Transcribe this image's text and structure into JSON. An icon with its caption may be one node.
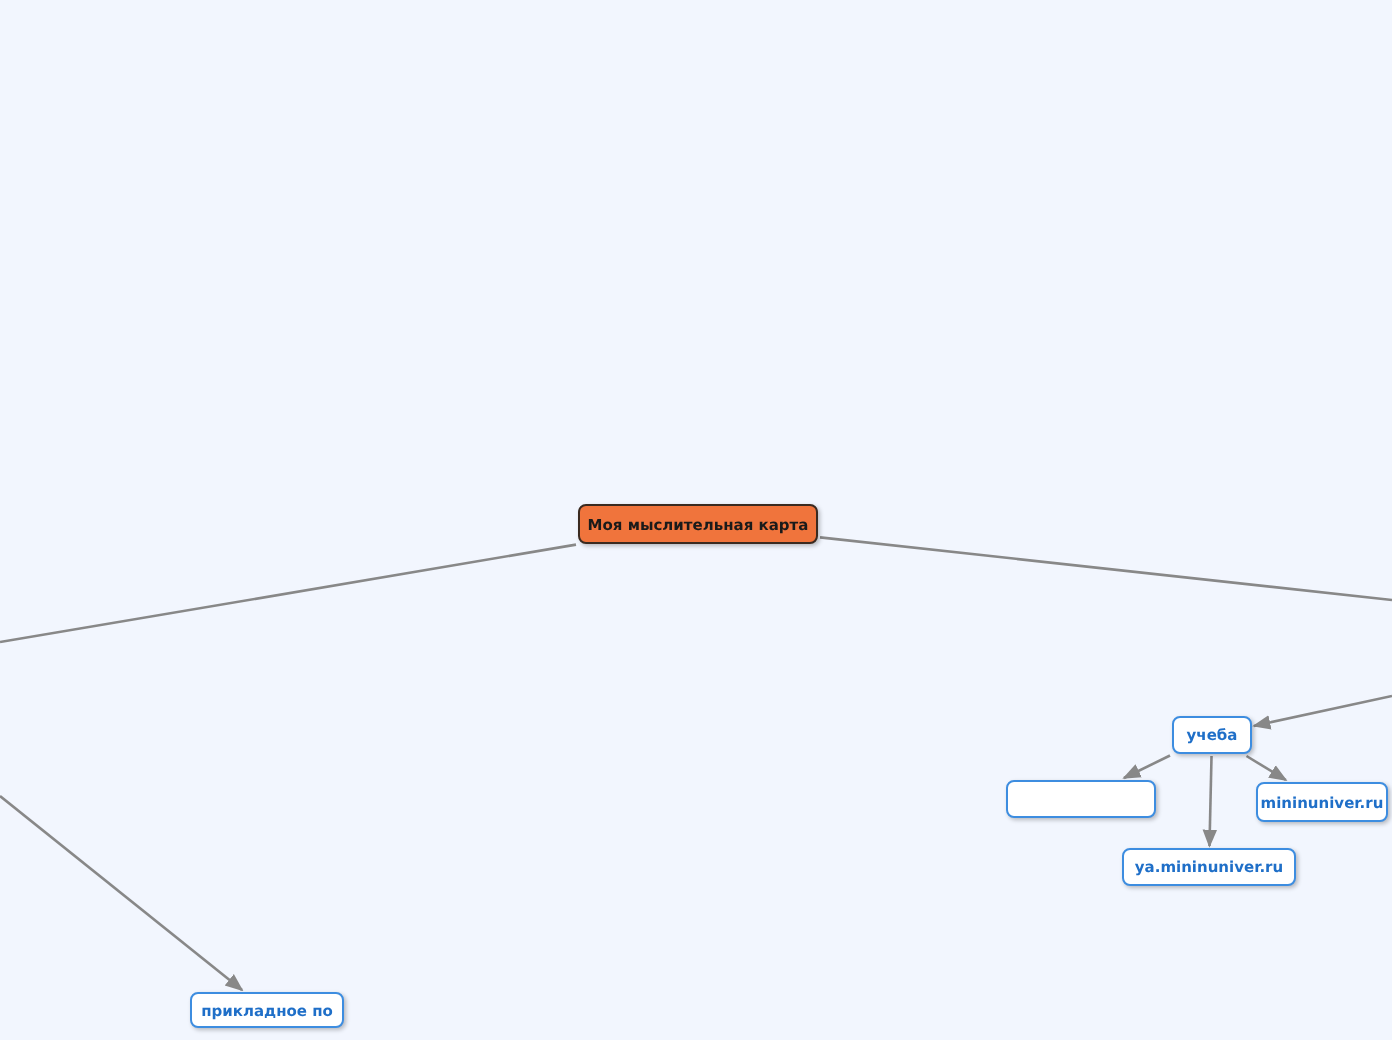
{
  "diagram": {
    "nodes": [
      {
        "text": [
          "Моя мыслительная карта"
        ]
      },
      {
        "text": [
          "учеба"
        ]
      },
      {
        "text": [],
        "shape": "box"
      },
      {
        "text": [
          "mininuniver.ru"
        ]
      },
      {
        "text": [
          "ya.mininuniver.ru"
        ]
      },
      {
        "text": [
          "прикладное по"
        ]
      }
    ],
    "edges": [
      {
        "from": 0,
        "to": null,
        "arrow": "none"
      },
      {
        "from": 0,
        "to": null,
        "arrow": "none"
      },
      {
        "from": null,
        "to": 1,
        "arrow": "to"
      },
      {
        "from": 1,
        "to": 2,
        "arrow": "to"
      },
      {
        "from": 1,
        "to": 4,
        "arrow": "to"
      },
      {
        "from": 1,
        "to": 3,
        "arrow": "to"
      },
      {
        "from": null,
        "to": 5,
        "arrow": "to"
      }
    ]
  }
}
